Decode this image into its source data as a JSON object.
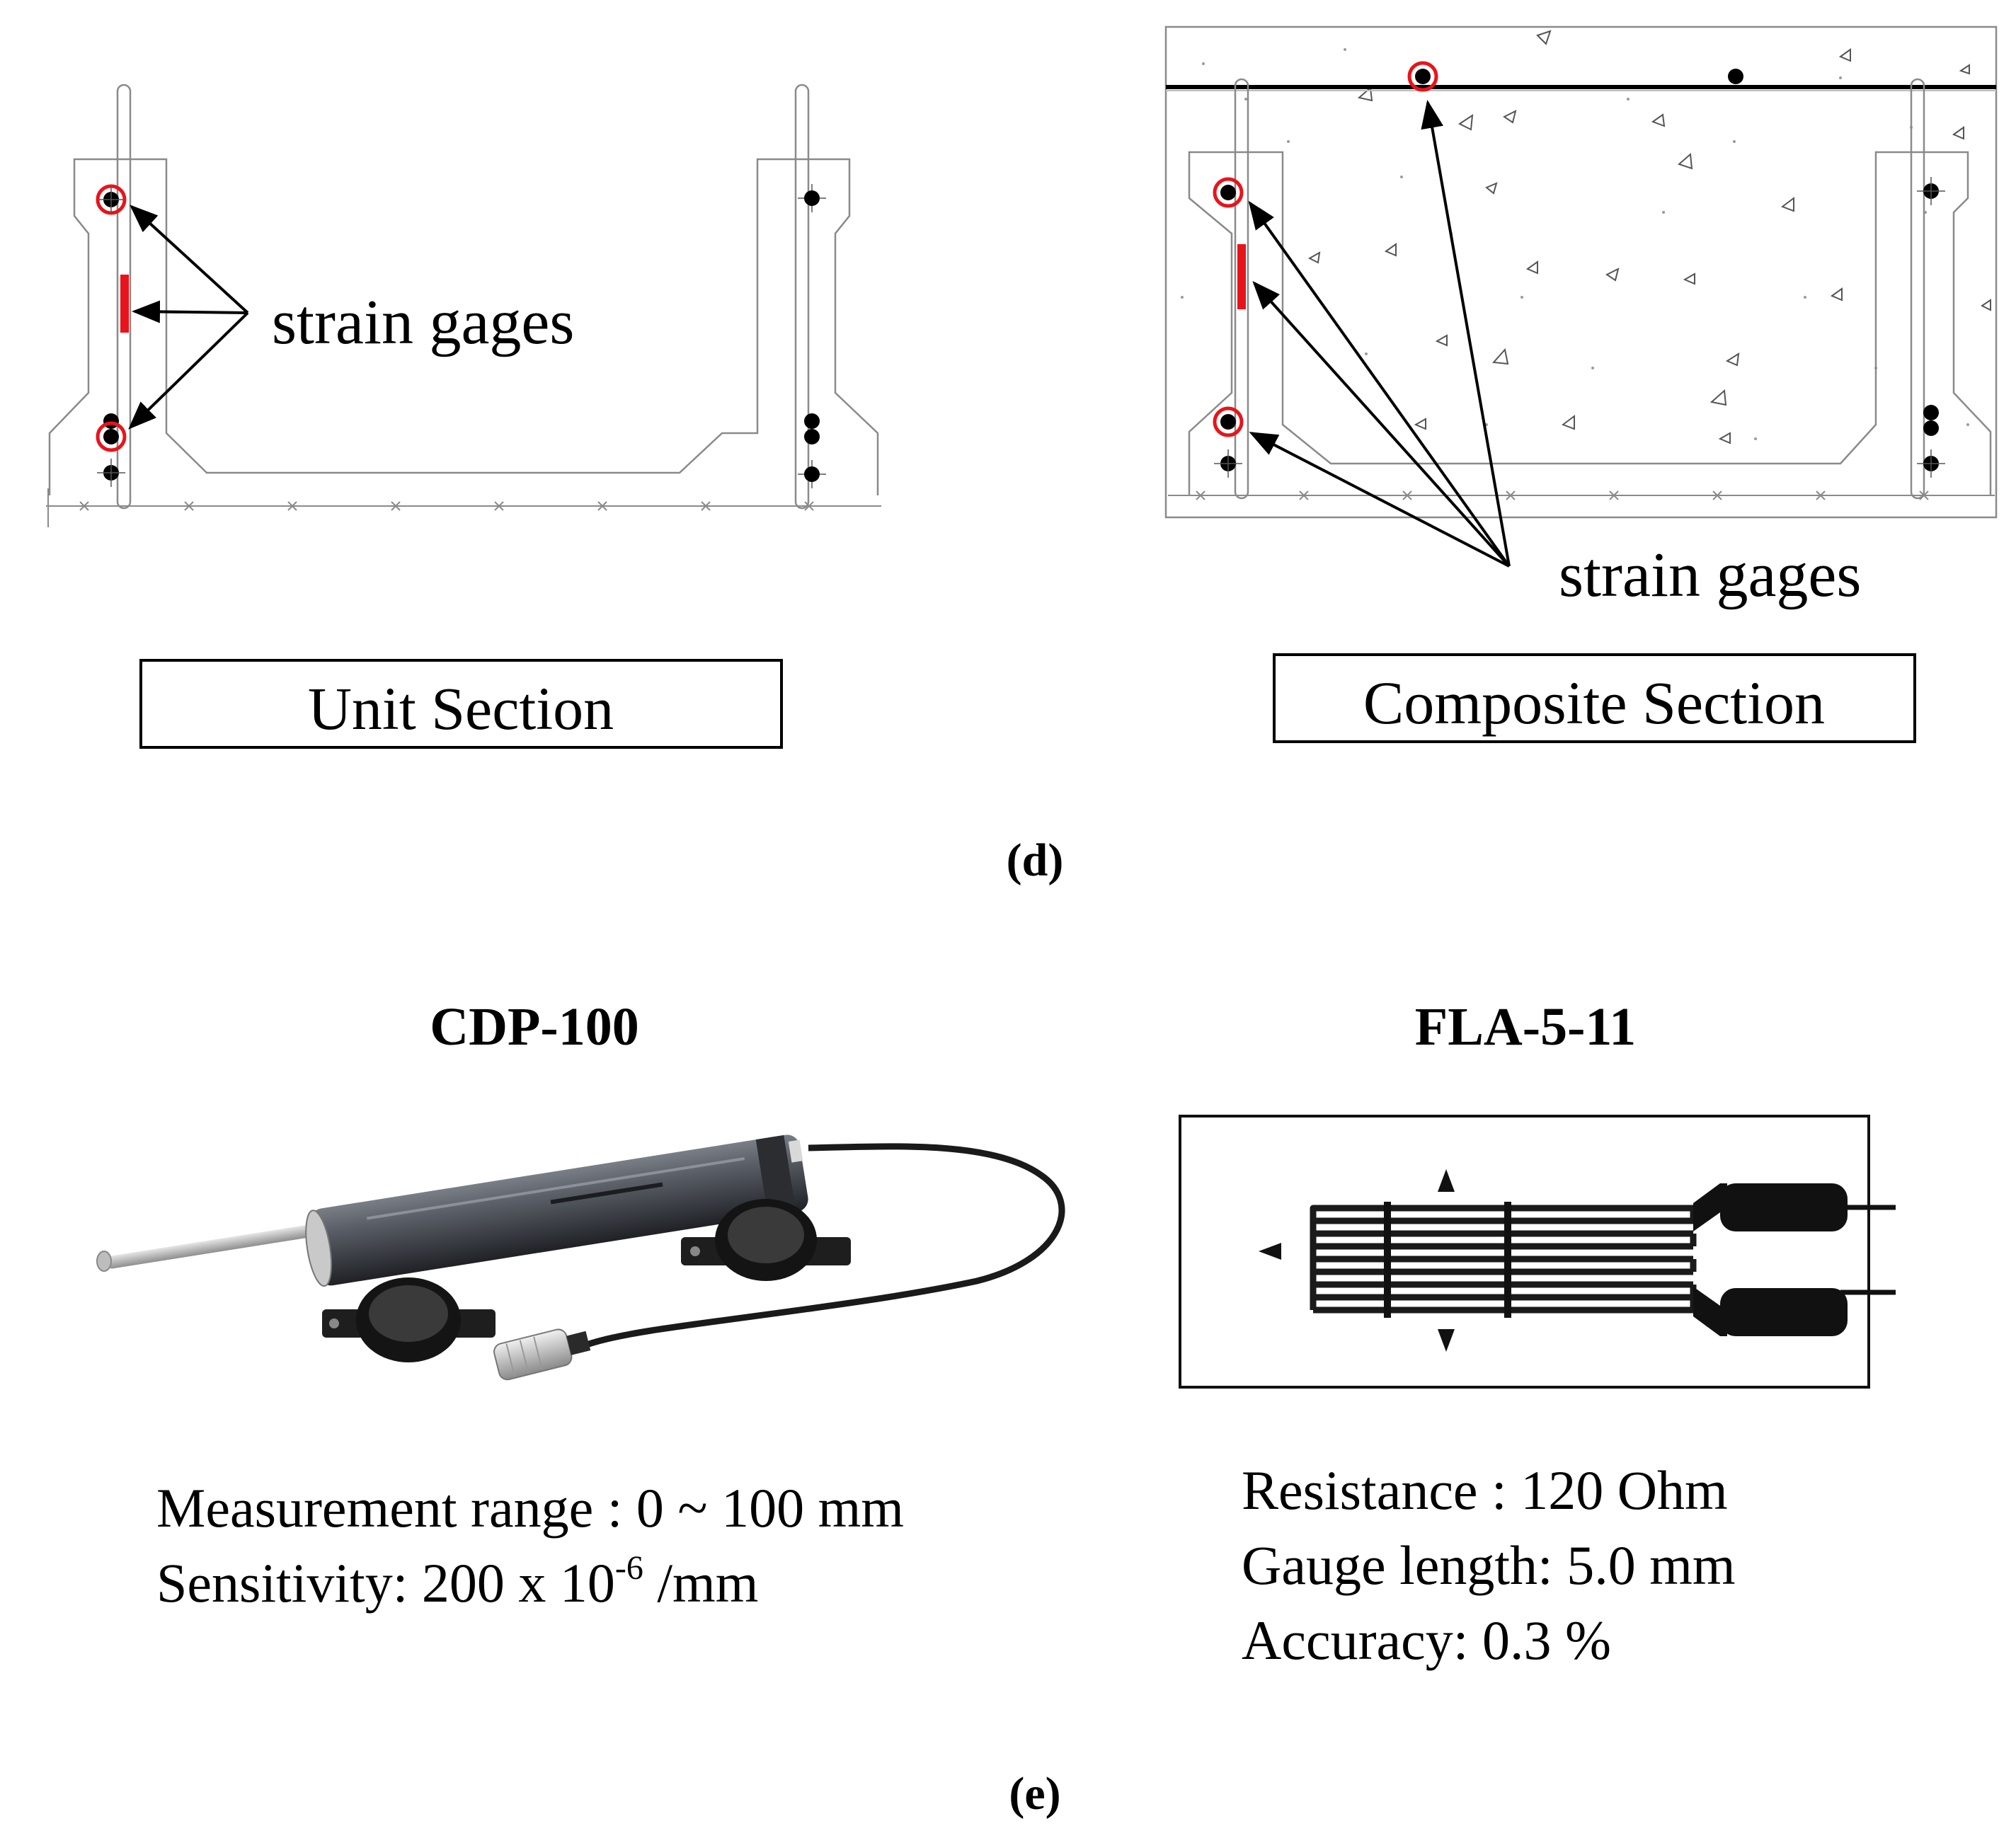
{
  "panel_d": {
    "caption": "(d)",
    "unit_section": {
      "title": "Unit Section",
      "callout": "strain gages"
    },
    "composite_section": {
      "title": "Composite Section",
      "callout": "strain gages"
    }
  },
  "panel_e": {
    "caption": "(e)",
    "cdp100": {
      "title": "CDP-100",
      "spec_range": "Measurement range : 0 ~ 100 mm",
      "spec_sensitivity_a": "Sensitivity: 200 x 10",
      "spec_sensitivity_exp": "-6",
      "spec_sensitivity_b": " /mm"
    },
    "fla511": {
      "title": "FLA-5-11",
      "spec_resistance": "Resistance : 120 Ohm",
      "spec_gauge_length": "Gauge length: 5.0 mm",
      "spec_accuracy": "Accuracy: 0.3 %"
    }
  },
  "colors": {
    "gage_highlight": "#e8141b",
    "line": "#000000",
    "drawing_gray": "#8a8a8a",
    "sensor_body": "#4a4d54"
  }
}
